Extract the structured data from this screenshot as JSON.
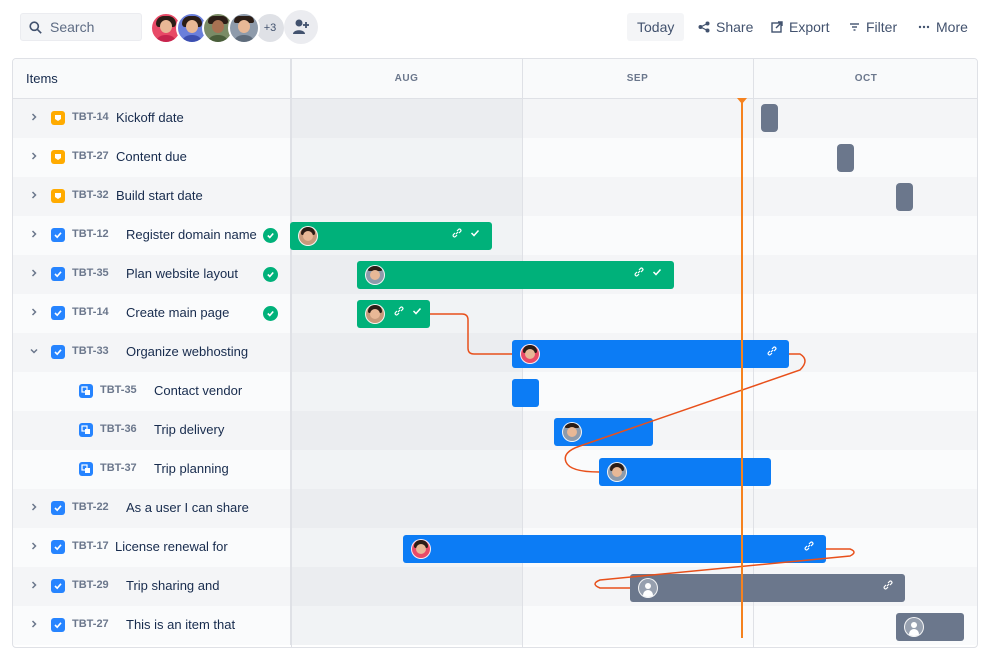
{
  "toolbar": {
    "search_placeholder": "Search",
    "avatars_more": "+3",
    "today_label": "Today",
    "share_label": "Share",
    "export_label": "Export",
    "filter_label": "Filter",
    "more_label": "More"
  },
  "timeline": {
    "items_header": "Items",
    "months": [
      "AUG",
      "SEP",
      "OCT"
    ]
  },
  "rows": [
    {
      "key": "TBT-14",
      "summary": "Kickoff date",
      "type": "milestone"
    },
    {
      "key": "TBT-27",
      "summary": "Content due",
      "type": "milestone"
    },
    {
      "key": "TBT-32",
      "summary": "Build start date",
      "type": "milestone"
    },
    {
      "key": "TBT-12",
      "summary": "Register domain name",
      "type": "task",
      "done": true
    },
    {
      "key": "TBT-35",
      "summary": "Plan website layout",
      "type": "task",
      "done": true
    },
    {
      "key": "TBT-14",
      "summary": "Create main page",
      "type": "task",
      "done": true
    },
    {
      "key": "TBT-33",
      "summary": "Organize webhosting",
      "type": "task",
      "expanded": true
    },
    {
      "key": "TBT-35",
      "summary": "Contact vendor",
      "type": "subtask"
    },
    {
      "key": "TBT-36",
      "summary": "Trip delivery",
      "type": "subtask"
    },
    {
      "key": "TBT-37",
      "summary": "Trip planning",
      "type": "subtask"
    },
    {
      "key": "TBT-22",
      "summary": "As a user I can share",
      "type": "task"
    },
    {
      "key": "TBT-17",
      "summary": "License renewal for",
      "type": "task"
    },
    {
      "key": "TBT-29",
      "summary": "Trip sharing and",
      "type": "task"
    },
    {
      "key": "TBT-27",
      "summary": "This is an item that",
      "type": "task"
    }
  ],
  "colors": {
    "milestone": "#FFAB00",
    "task": "#2684FF",
    "done_green": "#00B17A",
    "bar_blue": "#0C7CF5",
    "bar_gray": "#6B778C",
    "today_line": "#F5821F",
    "dependency": "#E8501B"
  }
}
